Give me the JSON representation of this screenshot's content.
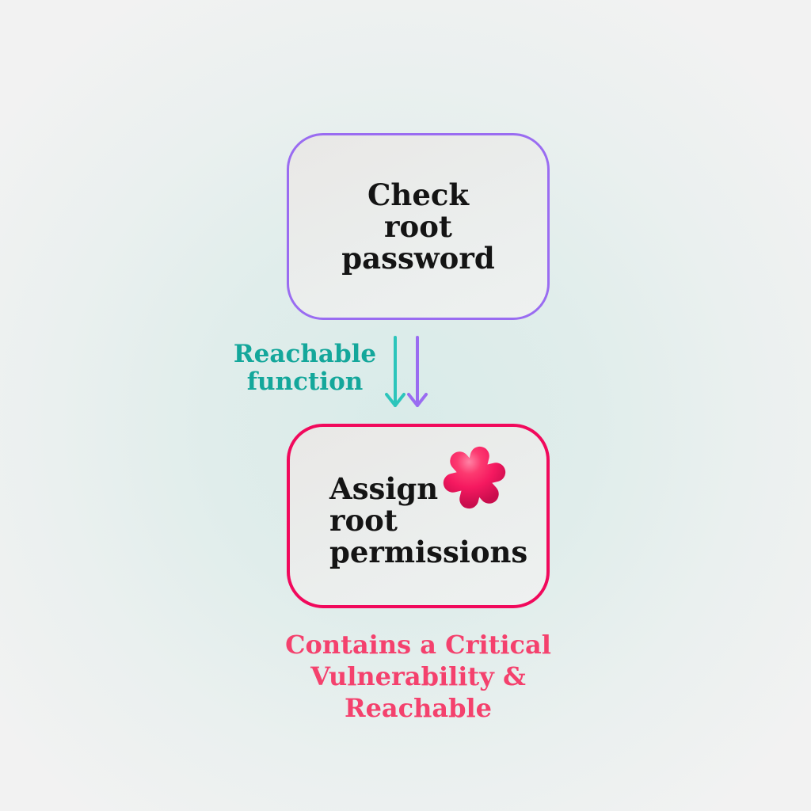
{
  "nodes": {
    "check": {
      "label": "Check\nroot\npassword"
    },
    "assign": {
      "label": "Assign\nroot\npermissions"
    }
  },
  "edge": {
    "label": "Reachable\nfunction"
  },
  "caption": "Contains a Critical\nVulnerability &\nReachable",
  "icons": {
    "arrows": "two-down-arrows",
    "blob": "critical-vulnerability-3d-asterisk"
  },
  "colors": {
    "purple_border": "#9a6cf1",
    "purple_arrow": "#9a6cf1",
    "teal_arrow": "#2cc5bb",
    "teal_label": "#14a79b",
    "pink_border": "#f1095c",
    "pink_text": "#f4416d",
    "blob_pink": "#f51960",
    "node_text": "#141414",
    "background_center": "#d9ebe9",
    "background_edge": "#f2f2f2"
  }
}
